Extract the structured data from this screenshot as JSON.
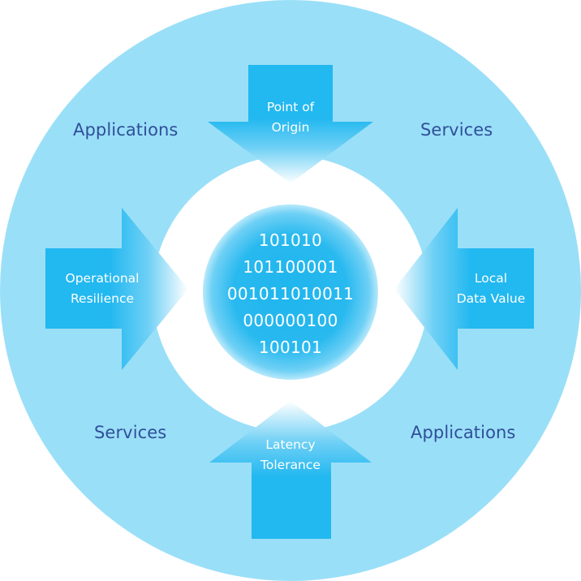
{
  "diagram": {
    "colors": {
      "outer_ring": "#9adff8",
      "inner_white": "#ffffff",
      "arrow_body": "#22b8f0",
      "core": "#1fb5ee",
      "ring_label_text": "#2f4f9a",
      "arrow_label_text": "#ffffff"
    },
    "ring_labels": {
      "top_left": "Applications",
      "top_right": "Services",
      "bottom_left": "Services",
      "bottom_right": "Applications"
    },
    "arrows": {
      "top": {
        "direction": "down",
        "lines": [
          "Point of",
          "Origin"
        ]
      },
      "left": {
        "direction": "right",
        "lines": [
          "Operational",
          "Resilience"
        ]
      },
      "right": {
        "direction": "left",
        "lines": [
          "Local",
          "Data Value"
        ]
      },
      "bottom": {
        "direction": "up",
        "lines": [
          "Latency",
          "Tolerance"
        ]
      }
    },
    "core": {
      "binary_lines": [
        "101010",
        "101100001",
        "001011010011",
        "000000100",
        "100101"
      ]
    }
  }
}
